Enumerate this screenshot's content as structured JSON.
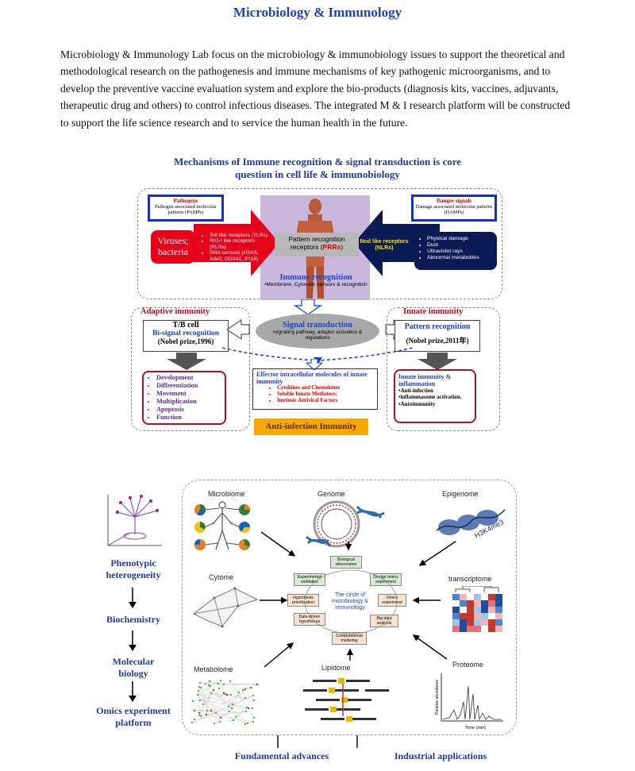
{
  "page": {
    "title": "Microbiology & Immunology",
    "intro": "Microbiology & Immunology Lab focus on the microbiology & immunobiology issues to support the theoretical and methodological research on the pathogenesis and immune mechanisms of key pathogenic microorganisms, and to develop the preventive vaccine evaluation system and explore the bio-products (diagnosis kits, vaccines, adjuvants, therapeutic drug and others) to control infectious diseases. The integrated M & I research platform will be constructed to support the life science research and to service the human health in the future."
  },
  "figure1": {
    "title_line1": "Mechanisms of Immune recognition & signal transduction is core",
    "title_line2": "question in cell life & immunobiology",
    "pathogens_title": "Pathogens",
    "pathogens_sub": "Pathogen associated molecular patterns (PAMPs)",
    "danger_title": "Danger signals",
    "danger_sub": "Damage associated molecular patterns (DAMPs)",
    "viruses_label": "Viruses; bacteria",
    "receptors": [
      "Toll like receptors (TLRs)",
      "RIG-I like receptors (RLRs)",
      "DNA sensors (cGAS, AIM2, DDX41, IFI16)"
    ],
    "prr_label_1": "Pattern recognition receptors (",
    "prr_label_2": "PRRs",
    "prr_label_3": ")",
    "nlr_label": "Nod like receptors (NLRs)",
    "danger_items": [
      "Physical damage",
      "Dust",
      "Ultraviolet rays",
      "Abnormal metabolites"
    ],
    "immune_recognition": "Immune recognition",
    "immune_recognition_sub": "•Membrane, Cytosolic sensors & recognition",
    "adaptive_title": "Adaptive immunity",
    "tb_cell": "T/B cell",
    "bi_signal": "Bi-signal recognition",
    "nobel_1996": "(Nobel prize,1996)",
    "signal_transduction": "Signal transduction",
    "signal_sub": "•signaling pathway, adaptor activation & regulations",
    "innate_title": "Innate immunity",
    "pattern_recognition": "Pattern recognition",
    "nobel_2011": "(Nobel prize,2011年)",
    "adaptive_items": [
      "Development",
      "Differentiation",
      "Movement",
      "Multiplication",
      "Apoptosis",
      "Function"
    ],
    "effector_title": "Effector intracellular molecules of innate immunity",
    "effector_items": [
      "Cytokines and Chemokines",
      "Soluble Innate Mediators;",
      "Intrinsic Antiviral Factors"
    ],
    "innate_box_title": "Innate immunity & inflammation",
    "innate_items": [
      "•Anti-infection",
      "•inflammasome activation.",
      "•Autoimmunity"
    ],
    "anti_infection": "Anti-infection Immunity"
  },
  "figure2": {
    "flow": [
      "Phenotypic heterogeneity",
      "Biochemistry",
      "Molecular biology",
      "Omics experiment platform"
    ],
    "omics_labels": {
      "microbiome": "Microbiome",
      "genome": "Genome",
      "epigenome": "Epigenome",
      "cytome": "Cytome",
      "transcriptome": "transcriptome",
      "metabolome": "Metabolome",
      "lipidome": "Lipidome",
      "proteome": "Proteome",
      "h3k4me3": "H3K4me3"
    },
    "cycle_title": "The circle of microbiology & immunology",
    "cycle_boxes": {
      "bio_obs": "Biological observation",
      "design": "Design omics experiment",
      "omics_exp": "Omics experiment",
      "big_data": "Big data analysis",
      "comp": "Computational modeling",
      "data_driven": "Data-driven hypotheses",
      "hypo": "Hypothesis prioritization",
      "exp_val": "Experimental validation"
    },
    "bottom_left": "Fundamental advances",
    "bottom_right": "Industrial applications",
    "proteome_axis_x": "Time (min)",
    "proteome_axis_y": "Relative abundance"
  }
}
